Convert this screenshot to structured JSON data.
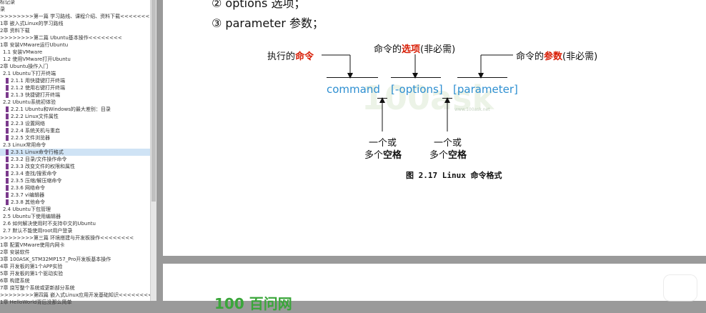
{
  "sidebar": {
    "items": [
      {
        "label": "标记录",
        "indent": 0,
        "bookmark": false
      },
      {
        "label": "录",
        "indent": 0,
        "bookmark": false
      },
      {
        "label": ">>>>>>>>第一篇 学习路线、课程介绍、资料下载<<<<<<<<",
        "indent": 0,
        "bookmark": false
      },
      {
        "label": "1章 嵌入式Linux的学习路线",
        "indent": 0,
        "bookmark": false
      },
      {
        "label": "2章 资料下载",
        "indent": 0,
        "bookmark": false
      },
      {
        "label": ">>>>>>>>第二篇 Ubuntu基本操作<<<<<<<<",
        "indent": 0,
        "bookmark": false
      },
      {
        "label": "1章 安装VMware运行Ubuntu",
        "indent": 0,
        "bookmark": false
      },
      {
        "label": "1.1 安装VMware",
        "indent": 1,
        "bookmark": false
      },
      {
        "label": "1.2 使用VMware打开Ubuntu",
        "indent": 1,
        "bookmark": false
      },
      {
        "label": "2章 Ubuntu操作入门",
        "indent": 0,
        "bookmark": false
      },
      {
        "label": "2.1 Ubuntu下打开终端",
        "indent": 1,
        "bookmark": false
      },
      {
        "label": "2.1.1 用快捷键打开终端",
        "indent": 2,
        "bookmark": true
      },
      {
        "label": "2.1.2 使用右键打开终端",
        "indent": 2,
        "bookmark": true
      },
      {
        "label": "2.1.3 快捷键打开终端",
        "indent": 2,
        "bookmark": true
      },
      {
        "label": "2.2 Ubuntu系统初体验",
        "indent": 1,
        "bookmark": false
      },
      {
        "label": "2.2.1 Ubuntu和Windows的最大差别：目录",
        "indent": 2,
        "bookmark": true
      },
      {
        "label": "2.2.2 Linux文件属性",
        "indent": 2,
        "bookmark": true
      },
      {
        "label": "2.2.3 设置网络",
        "indent": 2,
        "bookmark": true
      },
      {
        "label": "2.2.4 系统关机与重启",
        "indent": 2,
        "bookmark": true
      },
      {
        "label": "2.2.5 文件浏览器",
        "indent": 2,
        "bookmark": true
      },
      {
        "label": "2.3 Linux常用命令",
        "indent": 1,
        "bookmark": false
      },
      {
        "label": "2.3.1 Linux命令行格式",
        "indent": 2,
        "bookmark": true,
        "active": true
      },
      {
        "label": "2.3.2 目录/文件操作命令",
        "indent": 2,
        "bookmark": true
      },
      {
        "label": "2.3.3 改变文件的权限和属性",
        "indent": 2,
        "bookmark": true
      },
      {
        "label": "2.3.4 查找/搜索命令",
        "indent": 2,
        "bookmark": true
      },
      {
        "label": "2.3.5 压缩/解压缩命令",
        "indent": 2,
        "bookmark": true
      },
      {
        "label": "2.3.6 网络命令",
        "indent": 2,
        "bookmark": true
      },
      {
        "label": "2.3.7 vi编辑器",
        "indent": 2,
        "bookmark": true
      },
      {
        "label": "2.3.8 其他命令",
        "indent": 2,
        "bookmark": true
      },
      {
        "label": "2.4 Ubuntu下包管理",
        "indent": 1,
        "bookmark": false
      },
      {
        "label": "2.5 Ubuntu下使用编辑器",
        "indent": 1,
        "bookmark": false
      },
      {
        "label": "2.6 如何解决使用时不支持中文的Ubuntu",
        "indent": 1,
        "bookmark": false
      },
      {
        "label": "2.7 默认不能使用root用户登录",
        "indent": 1,
        "bookmark": false
      },
      {
        "label": ">>>>>>>>第三篇 环境搭建与开发板操作<<<<<<<<",
        "indent": 0,
        "bookmark": false
      },
      {
        "label": "1章 配置VMware使用内网卡",
        "indent": 0,
        "bookmark": false
      },
      {
        "label": "2章 安装软件",
        "indent": 0,
        "bookmark": false
      },
      {
        "label": "3章 100ASK_STM32MP157_Pro开发板基本操作",
        "indent": 0,
        "bookmark": false
      },
      {
        "label": "4章 开发板的第1个APP实验",
        "indent": 0,
        "bookmark": false
      },
      {
        "label": "5章 开发板的第1个驱动实验",
        "indent": 0,
        "bookmark": false
      },
      {
        "label": "6章 构建系统",
        "indent": 0,
        "bookmark": false
      },
      {
        "label": "7章 烧写整个系统或更新部分系统",
        "indent": 0,
        "bookmark": false
      },
      {
        "label": ">>>>>>>>第四篇 嵌入式Linux应用开发基础知识<<<<<<<<",
        "indent": 0,
        "bookmark": false
      },
      {
        "label": "1章 HelloWorld背后没那么简单",
        "indent": 0,
        "bookmark": false
      }
    ]
  },
  "document": {
    "line_options": "② options 选项；",
    "line_parameter": "③ parameter 参数；",
    "figure": {
      "cmd_command": "command",
      "cmd_options": "[-options]",
      "cmd_parameter": "[parameter]",
      "label_exec_prefix": "执行的",
      "label_exec_red": "命令",
      "label_option_prefix": "命令的",
      "label_option_red": "选项",
      "label_option_suffix": "(非必需)",
      "label_param_prefix": "命令的",
      "label_param_red": "参数",
      "label_param_suffix": "(非必需)",
      "space_line1": "一个或",
      "space_line2_prefix": "多个",
      "space_line2_bold": "空格",
      "caption": "图 2.17 Linux 命令格式"
    },
    "watermark": "100ask",
    "watermark_small": "www.100ask.net",
    "next_page_logo": "100 百问网"
  },
  "colors": {
    "accent_red": "#d81e06",
    "command_blue": "#2e8fd1",
    "bookmark_purple": "#7b3a8c",
    "logo_green": "#3aa63a"
  },
  "icons": {
    "play": "play-icon",
    "bookmark": "bookmark-icon"
  }
}
